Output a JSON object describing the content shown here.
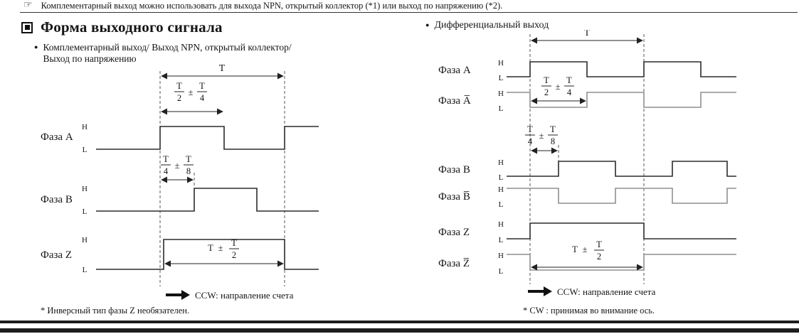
{
  "note": {
    "hand_icon": "☞",
    "text": "Комплементарный выход можно использовать для выхода NPN, открытый коллектор (*1) или выход по напряжению (*2)."
  },
  "symbols": {
    "bullet": "●",
    "t": "T",
    "two": "2",
    "four": "4",
    "eight": "8",
    "pm": "±",
    "high": "H",
    "low": "L"
  },
  "left_section": {
    "title": "Форма выходного сигнала",
    "subtitle_line1": "Комплементарный выход/ Выход NPN, открытый коллектор/",
    "subtitle_line2": "Выход по напряжению",
    "phases": {
      "a": "Фаза A",
      "b": "Фаза B",
      "z": "Фаза Z"
    },
    "ccw_label": "CCW: направление счета",
    "footnote": "* Инверсный тип фазы Z необязателен."
  },
  "right_section": {
    "subtitle": "Дифференциальный выход",
    "phases": {
      "a": "Фаза A",
      "a_bar": "Фаза A̅",
      "b": "Фаза B",
      "b_bar": "Фаза B̅",
      "z": "Фаза Z",
      "z_bar": "Фаза Z̅"
    },
    "ccw_label": "CCW: направление счета",
    "footnote": "* CW : принимая во внимание ось."
  }
}
